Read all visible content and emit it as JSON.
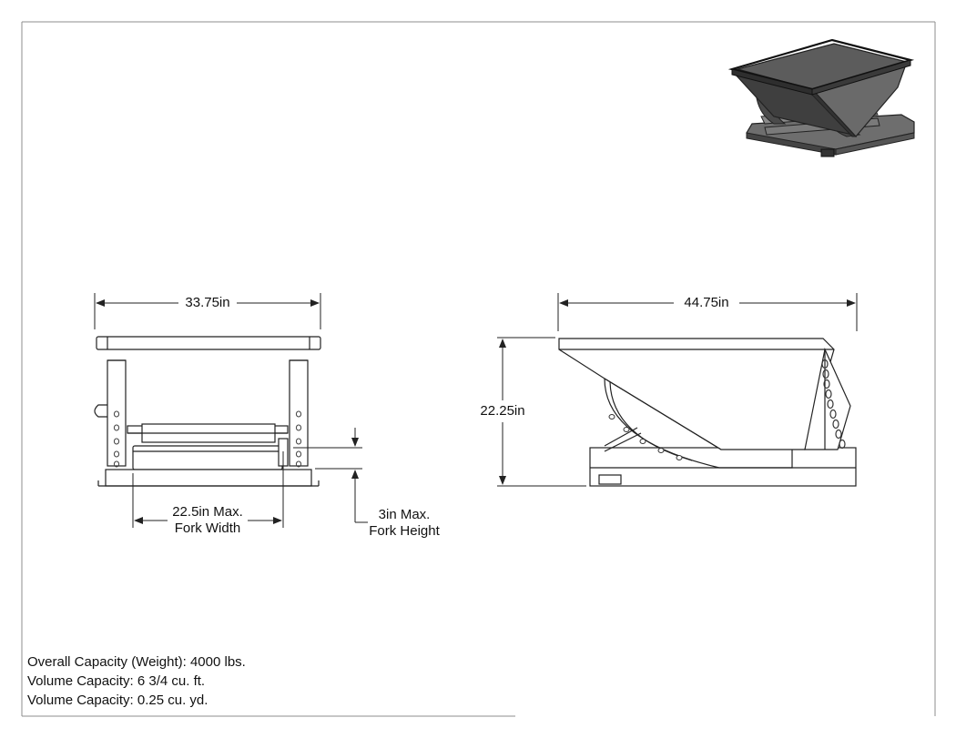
{
  "front_view": {
    "width_label": "33.75in",
    "fork_width_label": [
      "22.5in Max.",
      "Fork Width"
    ],
    "fork_height_label": [
      "3in Max.",
      "Fork Height"
    ]
  },
  "side_view": {
    "length_label": "44.75in",
    "height_label": "22.25in"
  },
  "specs": [
    "Overall Capacity (Weight): 4000 lbs.",
    "Volume Capacity: 6 3/4 cu. ft.",
    "Volume Capacity: 0.25 cu. yd."
  ],
  "colors": {
    "line": "#222222",
    "hopper_fill": "#5a5a5a",
    "hopper_dark": "#3c3c3c",
    "hopper_light": "#8a8a8a"
  }
}
